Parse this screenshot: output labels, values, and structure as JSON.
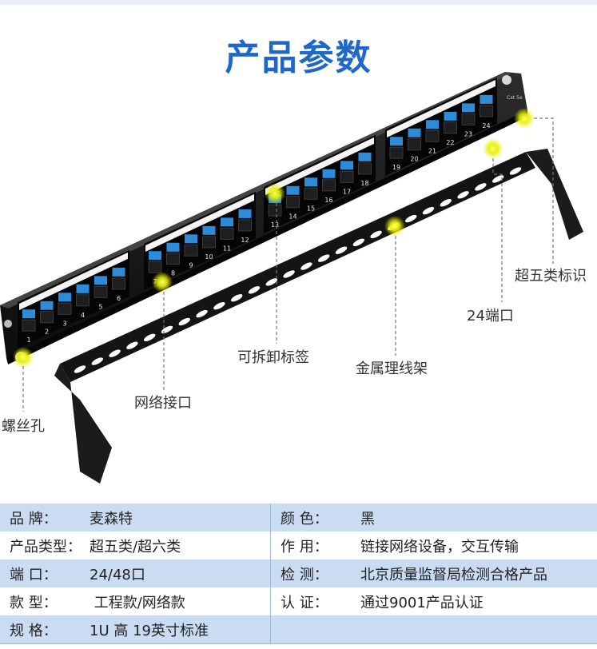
{
  "title": "产品参数",
  "callouts": {
    "screw_hole": "螺丝孔",
    "network_port": "网络接口",
    "removable_label": "可拆卸标签",
    "metal_bar": "金属理线架",
    "port_count": "24端口",
    "cat5e_mark": "超五类标识"
  },
  "panel": {
    "port_numbers": [
      "1",
      "2",
      "3",
      "4",
      "5",
      "6",
      "7",
      "8",
      "9",
      "10",
      "11",
      "12",
      "13",
      "14",
      "15",
      "16",
      "17",
      "18",
      "19",
      "20",
      "21",
      "22",
      "23",
      "24"
    ],
    "cat_mark": "Cat 5e"
  },
  "specs": [
    {
      "left": {
        "key": "品    牌：",
        "value": "麦森特"
      },
      "right": {
        "key": "颜    色：",
        "value": "黑"
      }
    },
    {
      "left": {
        "key": "产品类型：",
        "value": "超五类/超六类"
      },
      "right": {
        "key": "作    用：",
        "value": "链接网络设备，交互传输"
      }
    },
    {
      "left": {
        "key": "端    口：",
        "value": "24/48口"
      },
      "right": {
        "key": "检    测：",
        "value": "北京质量监督局检测合格产品"
      }
    },
    {
      "left": {
        "key": "款    型：",
        "value": " 工程款/网络款"
      },
      "right": {
        "key": "认    证：",
        "value": "通过9001产品认证"
      }
    },
    {
      "left": {
        "key": "规    格：",
        "value": "1U 高  19英寸标准"
      },
      "right": {
        "key": "",
        "value": ""
      }
    }
  ],
  "colors": {
    "title": "#1f67c8",
    "row_band": "#c9dcf1",
    "port_label": "#2e8bd8",
    "highlight": "#f2f200"
  }
}
